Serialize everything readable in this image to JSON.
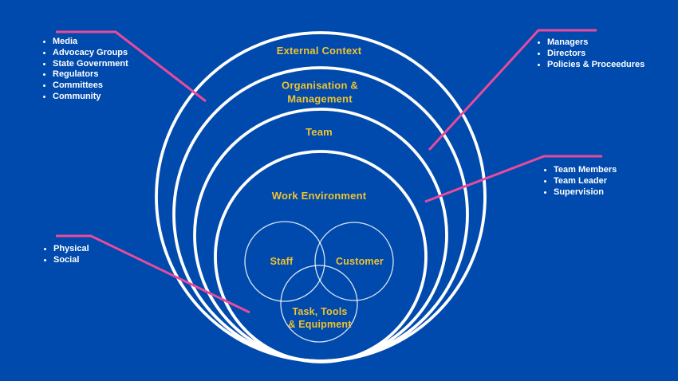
{
  "colors": {
    "background": "#004aad",
    "circle_stroke": "#ffffff",
    "ring_label_text": "#f0c32e",
    "callout_text": "#ffffff",
    "connector_line": "#ea4a9c"
  },
  "rings": [
    {
      "label": "External Context",
      "lines": [
        "External Context"
      ]
    },
    {
      "label": "Organisation & Management",
      "lines": [
        "Organisation &",
        "Management"
      ]
    },
    {
      "label": "Team",
      "lines": [
        "Team"
      ]
    },
    {
      "label": "Work Environment",
      "lines": [
        "Work Environment"
      ]
    }
  ],
  "venn": [
    {
      "label": "Staff",
      "lines": [
        "Staff"
      ]
    },
    {
      "label": "Customer",
      "lines": [
        "Customer"
      ]
    },
    {
      "label": "Task, Tools & Equipment",
      "lines": [
        "Task, Tools",
        "& Equipment"
      ]
    }
  ],
  "callouts": {
    "top_left": {
      "items": [
        "Media",
        "Advocacy Groups",
        "State Government",
        "Regulators",
        "Committees",
        "Community"
      ]
    },
    "top_right": {
      "items": [
        "Managers",
        "Directors",
        "Policies & Proceedures"
      ]
    },
    "mid_right": {
      "items": [
        "Team Members",
        "Team Leader",
        "Supervision"
      ]
    },
    "bottom_left": {
      "items": [
        "Physical",
        "Social"
      ]
    }
  }
}
